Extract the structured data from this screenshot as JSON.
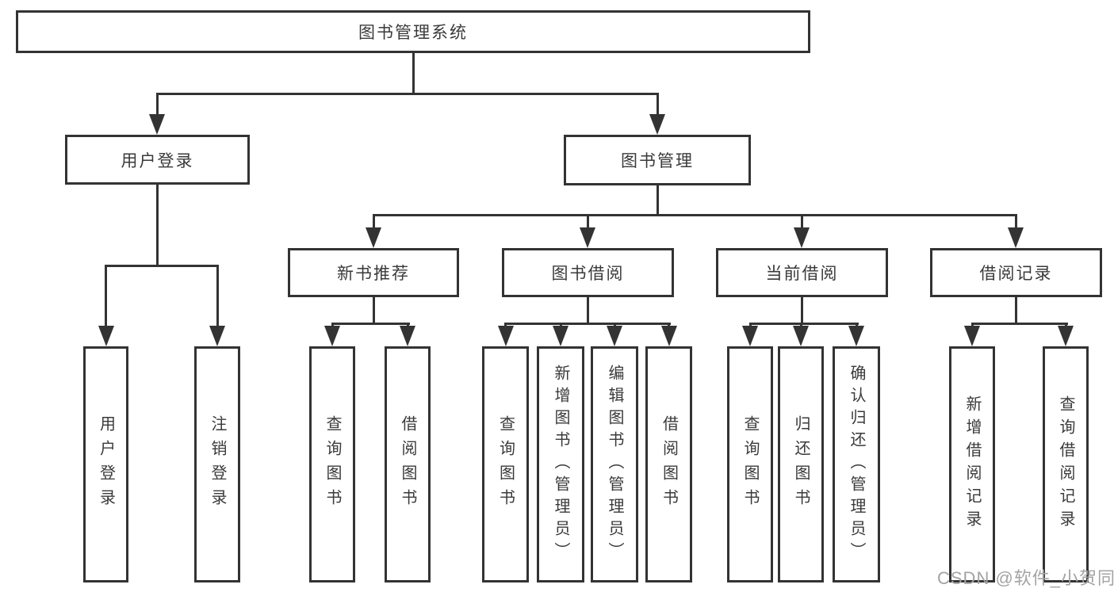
{
  "root": {
    "label": "图书管理系统"
  },
  "branches": [
    {
      "label": "用户登录",
      "children": [
        {
          "label": "用户登录"
        },
        {
          "label": "注销登录"
        }
      ]
    },
    {
      "label": "图书管理",
      "children": [
        {
          "label": "新书推荐",
          "children": [
            {
              "label": "查询图书"
            },
            {
              "label": "借阅图书"
            }
          ]
        },
        {
          "label": "图书借阅",
          "children": [
            {
              "label": "查询图书"
            },
            {
              "label": "新增图书（管理员）"
            },
            {
              "label": "编辑图书（管理员）"
            },
            {
              "label": "借阅图书"
            }
          ]
        },
        {
          "label": "当前借阅",
          "children": [
            {
              "label": "查询图书"
            },
            {
              "label": "归还图书"
            },
            {
              "label": "确认归还（管理员）"
            }
          ]
        },
        {
          "label": "借阅记录",
          "children": [
            {
              "label": "新增借阅记录"
            },
            {
              "label": "查询借阅记录"
            }
          ]
        }
      ]
    }
  ],
  "watermark": "CSDN @软件_小贺同学",
  "colors": {
    "line": "#333333",
    "text": "#3a3a3a",
    "watermark": "#a3a3a3"
  }
}
